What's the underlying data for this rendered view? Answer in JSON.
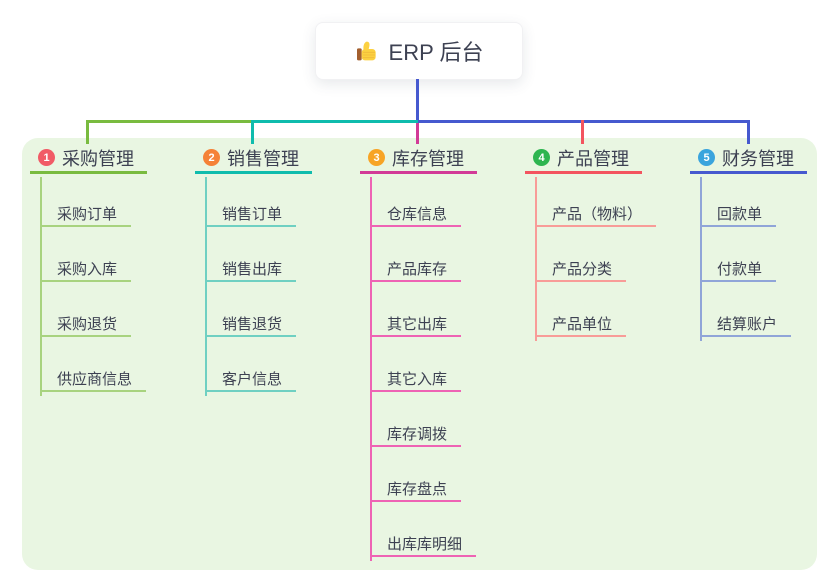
{
  "root": {
    "label": "ERP 后台",
    "icon": "thumbs-up"
  },
  "colors": {
    "panel_bg": "#e9f6e2",
    "root_line": "#4659cf",
    "text": "#3d4152"
  },
  "branches": [
    {
      "num": "1",
      "label": "采购管理",
      "color": "#79bb3f",
      "badge_color": "#f15b66",
      "child_color": "#a8d37f",
      "children": [
        "采购订单",
        "采购入库",
        "采购退货",
        "供应商信息"
      ]
    },
    {
      "num": "2",
      "label": "销售管理",
      "color": "#0fbcad",
      "badge_color": "#f58237",
      "child_color": "#6fd0c2",
      "children": [
        "销售订单",
        "销售出库",
        "销售退货",
        "客户信息"
      ]
    },
    {
      "num": "3",
      "label": "库存管理",
      "color": "#d23a97",
      "badge_color": "#f7a426",
      "child_color": "#ee63b4",
      "children": [
        "仓库信息",
        "产品库存",
        "其它出库",
        "其它入库",
        "库存调拨",
        "库存盘点",
        "出库库明细"
      ]
    },
    {
      "num": "4",
      "label": "产品管理",
      "color": "#f3545f",
      "badge_color": "#2eb550",
      "child_color": "#f89c98",
      "children": [
        "产品（物料）",
        "产品分类",
        "产品单位"
      ]
    },
    {
      "num": "5",
      "label": "财务管理",
      "color": "#4659cf",
      "badge_color": "#3aa4dd",
      "child_color": "#90a5d8",
      "children": [
        "回款单",
        "付款单",
        "结算账户"
      ]
    }
  ]
}
